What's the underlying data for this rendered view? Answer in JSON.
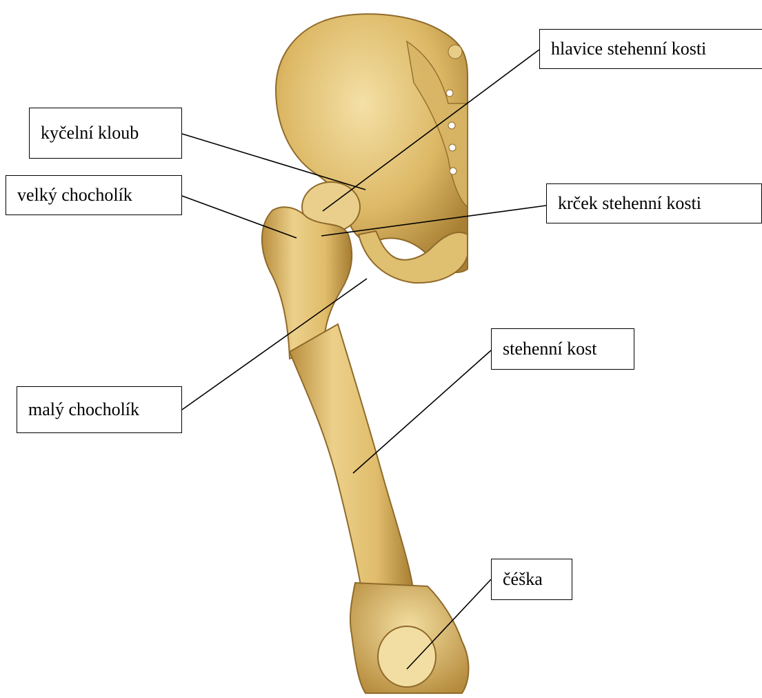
{
  "labels": {
    "hlavice": "hlavice stehenní kosti",
    "kycelni": "kyčelní kloub",
    "velky": "velký chocholík",
    "krcek": "krček stehenní kosti",
    "stehenni": "stehenní kost",
    "maly": "malý chocholík",
    "ceska": "čéška"
  },
  "colors": {
    "bone_light": "#f0d99a",
    "bone_mid": "#d9b766",
    "bone_dark": "#a87f34",
    "leader_line": "#000000"
  }
}
